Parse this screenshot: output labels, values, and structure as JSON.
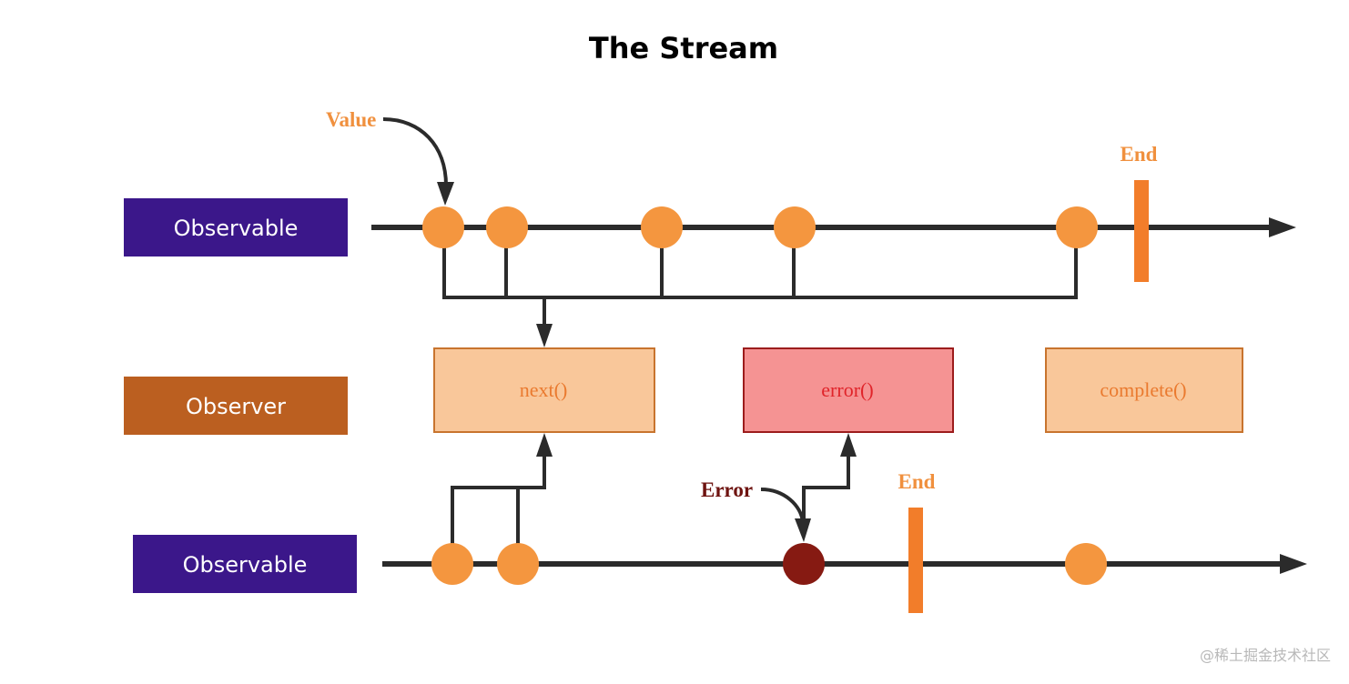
{
  "title": "The Stream",
  "colors": {
    "observable_bg": "#3b178a",
    "observer_bg": "#bb5f20",
    "value_marble": "#f4963f",
    "error_marble": "#861a12",
    "end_bar": "#f27d2a",
    "line": "#2b2b2b",
    "value_label": "#f0903e",
    "error_label": "#6e1310",
    "next_box_fill": "#f9c79a",
    "next_box_border": "#c8742e",
    "next_text": "#ea7a2f",
    "error_box_fill": "#f59393",
    "error_box_border": "#9c1c1c",
    "error_text": "#e0242a"
  },
  "rows": {
    "top_observable": {
      "label": "Observable"
    },
    "observer": {
      "label": "Observer"
    },
    "bottom_observable": {
      "label": "Observable"
    }
  },
  "observer_methods": [
    {
      "label": "next()",
      "kind": "next"
    },
    {
      "label": "error()",
      "kind": "error"
    },
    {
      "label": "complete()",
      "kind": "complete"
    }
  ],
  "annotations": {
    "value": "Value",
    "top_end": "End",
    "error": "Error",
    "bottom_end": "End"
  },
  "top_stream": {
    "marbles": [
      {
        "kind": "value",
        "emits_to": "next()"
      },
      {
        "kind": "value",
        "emits_to": "next()"
      },
      {
        "kind": "value",
        "emits_to": "next()"
      },
      {
        "kind": "value",
        "emits_to": "next()"
      },
      {
        "kind": "value",
        "emits_to": "next()"
      }
    ],
    "terminator": "end"
  },
  "bottom_stream": {
    "marbles": [
      {
        "kind": "value",
        "emits_to": "next()"
      },
      {
        "kind": "value",
        "emits_to": "next()"
      },
      {
        "kind": "error",
        "emits_to": "error()"
      },
      {
        "kind": "value",
        "emits_to": null
      }
    ],
    "terminator": "end"
  },
  "watermark": "@稀土掘金技术社区"
}
